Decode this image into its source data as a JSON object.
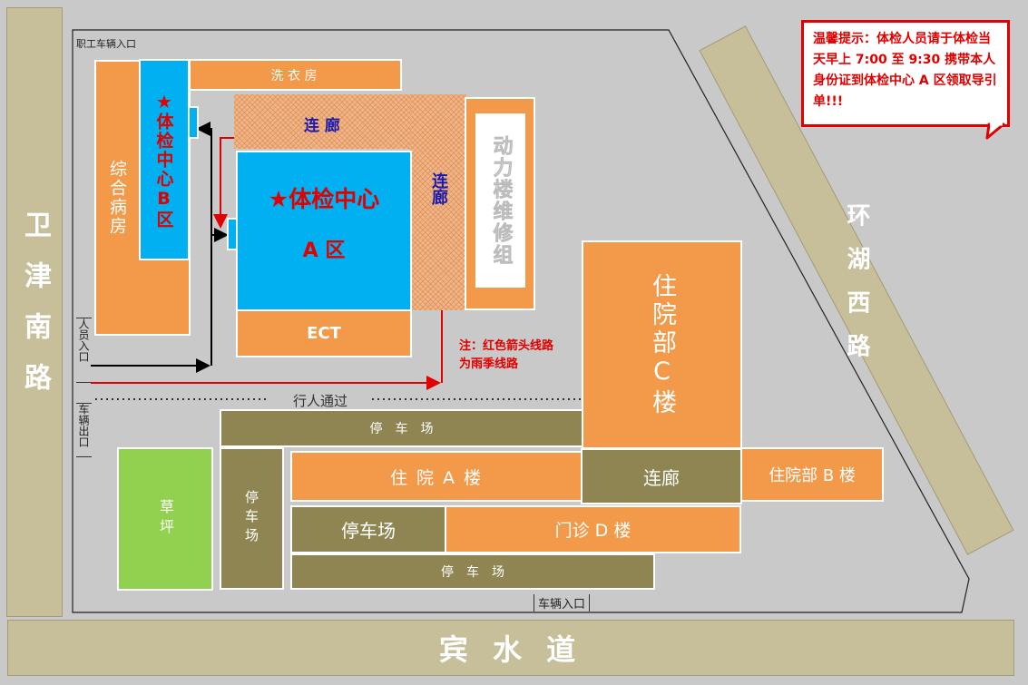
{
  "roads": {
    "left": "卫津南路",
    "bottom": "宾 水 道",
    "right": "环湖西路"
  },
  "entrances": {
    "staff_vehicle": "职工车辆入口",
    "people": "人员入口",
    "vehicle_exit": "车辆出口",
    "vehicle_entry": "车辆入口"
  },
  "pedestrian_path": "行人通过",
  "buildings": {
    "laundry": "洗 衣 房",
    "corridor_top": "连 廊",
    "corridor_right": "连廊",
    "power_maintenance": "动力楼维修组",
    "general_ward": "综合病房",
    "center_b_star": "★",
    "center_b": "体检中心B区",
    "center_a_title": "★体检中心",
    "center_a_sub": "A 区",
    "ect": "ECT",
    "inpatient_c": "住院部C楼",
    "parking_top": "停　车　场",
    "parking_vertical": "停车场",
    "inpatient_a": "住 院 A 楼",
    "corridor_mid": "连廊",
    "inpatient_b": "住院部 B 楼",
    "parking_mid": "停车场",
    "outpatient_d": "门诊 D 楼",
    "parking_bottom": "停　车　场",
    "lawn": "草坪"
  },
  "notes": {
    "rain_route": "注：红色箭头线路为雨季线路",
    "tip": "温馨提示：体检人员请于体检当天早上 7:00 至 9:30 携带本人身份证到体检中心 A 区领取导引单!!!"
  },
  "colors": {
    "road": "#c6bf99",
    "building_orange": "#f39a4a",
    "parking_olive": "#8f8553",
    "exam_center_blue": "#00b0f0",
    "lawn_green": "#92d050",
    "rain_route_red": "#e00000",
    "route_black": "#000000"
  }
}
